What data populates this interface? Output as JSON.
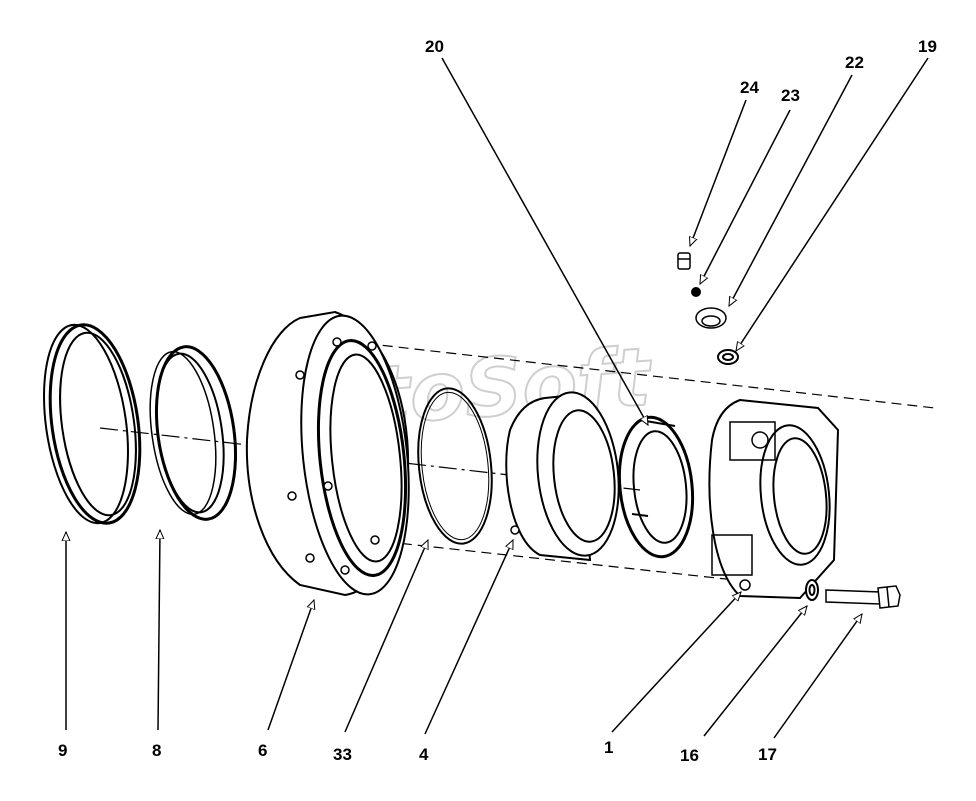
{
  "watermark": "AutoSoft",
  "callouts": [
    {
      "id": "9",
      "label": "9"
    },
    {
      "id": "8",
      "label": "8"
    },
    {
      "id": "6",
      "label": "6"
    },
    {
      "id": "33",
      "label": "33"
    },
    {
      "id": "4",
      "label": "4"
    },
    {
      "id": "1",
      "label": "1"
    },
    {
      "id": "16",
      "label": "16"
    },
    {
      "id": "17",
      "label": "17"
    },
    {
      "id": "20",
      "label": "20"
    },
    {
      "id": "24",
      "label": "24"
    },
    {
      "id": "23",
      "label": "23"
    },
    {
      "id": "22",
      "label": "22"
    },
    {
      "id": "19",
      "label": "19"
    }
  ]
}
